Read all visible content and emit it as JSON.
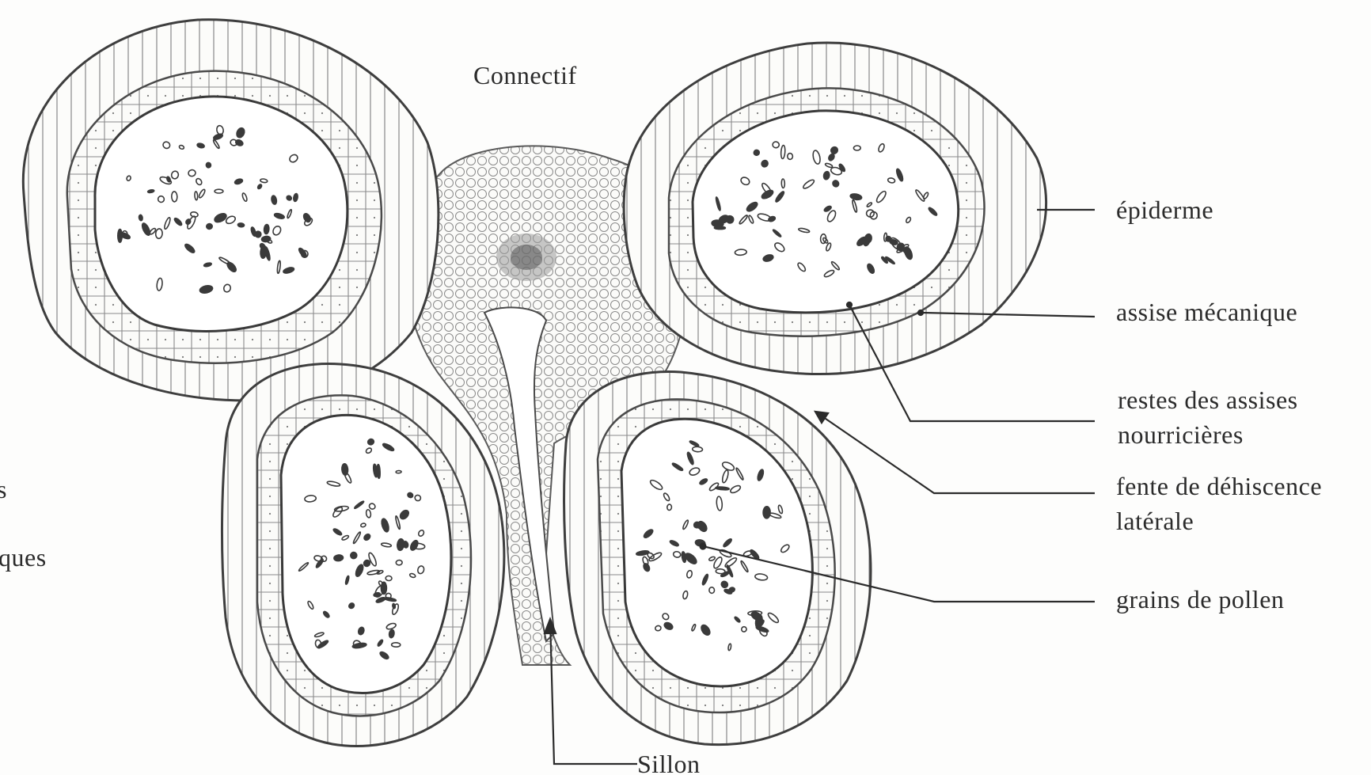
{
  "labels": {
    "connectif": "Connectif",
    "epiderme": "épiderme",
    "assise_mecanique": "assise  mécanique",
    "restes_line1": "restes  des  assises",
    "restes_line2": "nourricières",
    "fente_line1": "fente  de  déhiscence",
    "fente_line2": "latérale",
    "grains": "grains  de  pollen",
    "sillon": "Sillon",
    "left_fragment_1": "s",
    "left_fragment_2": "ques"
  },
  "colors": {
    "ink": "#2b2b2b",
    "tissue_fill": "#fbfbf9",
    "cell_stroke": "#6a6a6a",
    "pollen": "#3a3a3a",
    "background": "#fdfdfc"
  }
}
